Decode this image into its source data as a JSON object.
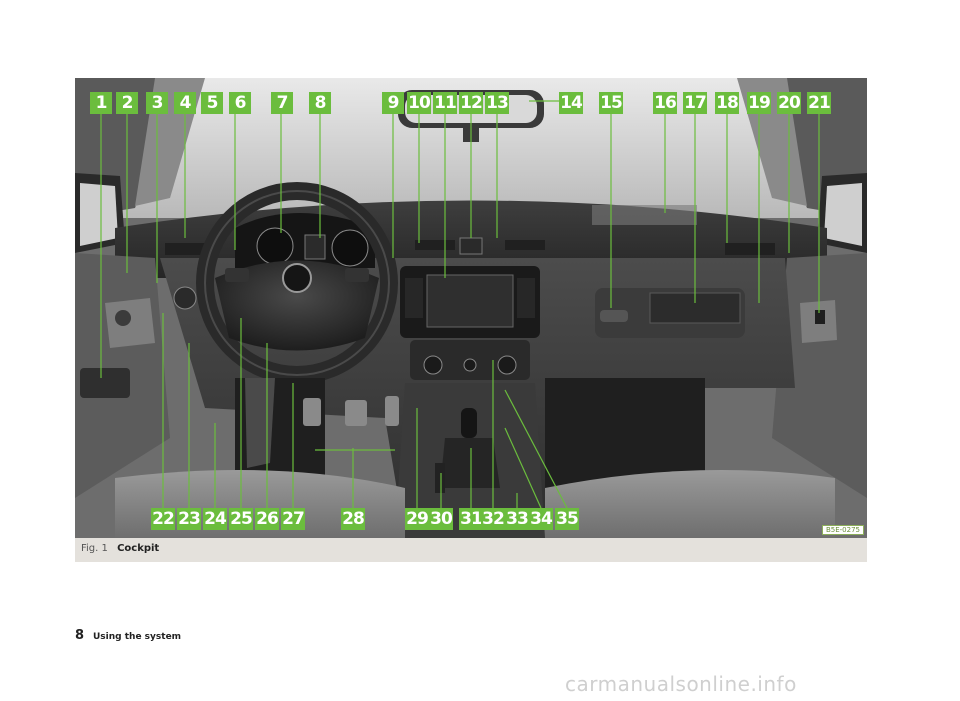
{
  "figure": {
    "label": "Fig. 1",
    "title": "Cockpit",
    "reference": "B5E-0275",
    "callouts": {
      "top": [
        "1",
        "2",
        "3",
        "4",
        "5",
        "6",
        "7",
        "8",
        "9",
        "10",
        "11",
        "12",
        "13",
        "14",
        "15",
        "16",
        "17",
        "18",
        "19",
        "20",
        "21"
      ],
      "bottom": [
        "22",
        "23",
        "24",
        "25",
        "26",
        "27",
        "28",
        "29",
        "30",
        "31",
        "32",
        "33",
        "34",
        "35"
      ]
    }
  },
  "footer": {
    "page_number": "8",
    "section": "Using the system"
  },
  "watermark": "carmanualsonline.info",
  "colors": {
    "callout_green": "#6bbd3d",
    "caption_bg": "#e4e1dc"
  }
}
